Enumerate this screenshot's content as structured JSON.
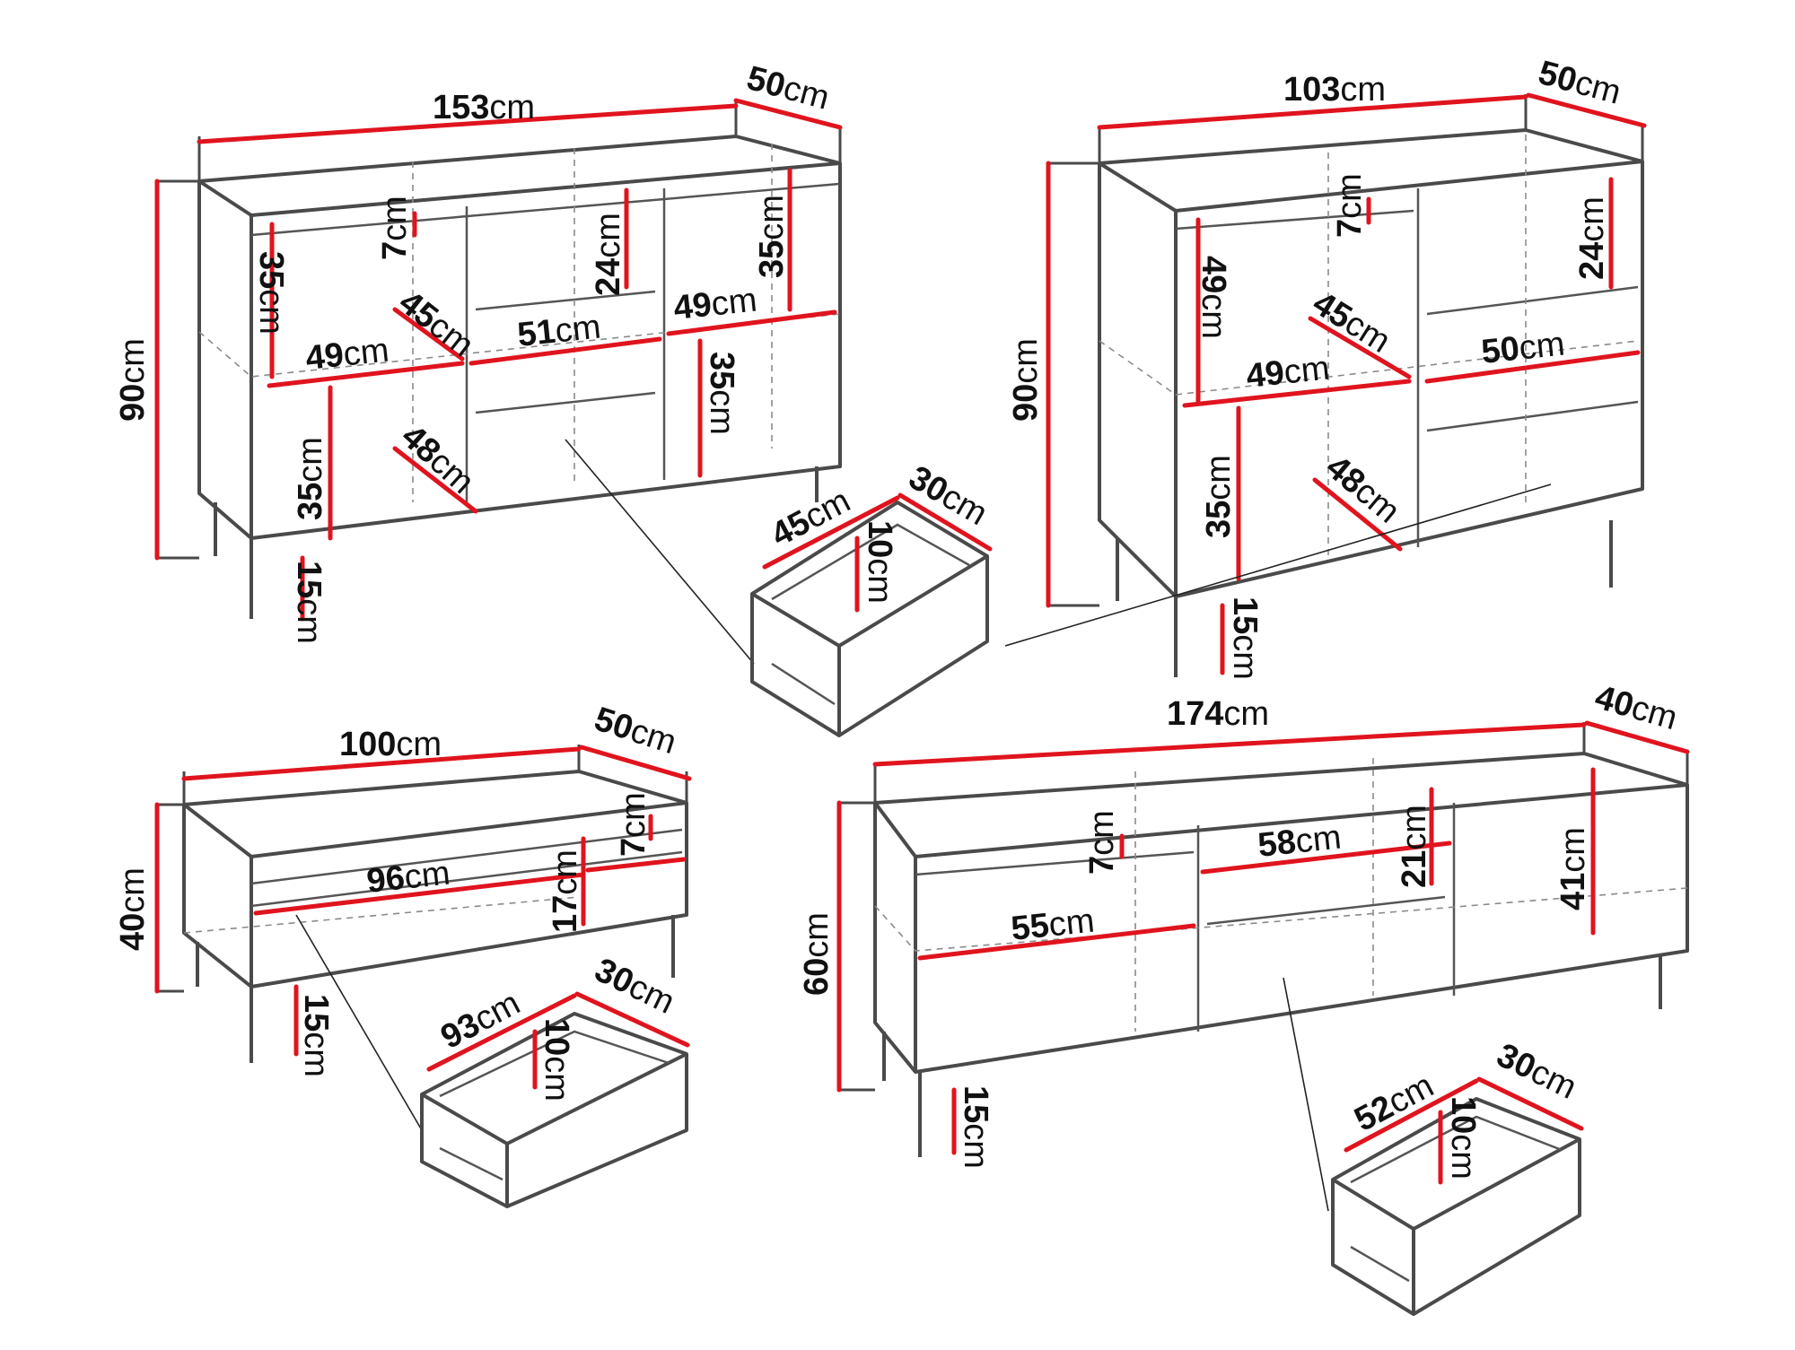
{
  "unit": "cm",
  "colors": {
    "dimension_line": "#e0141e",
    "outline": "#4a4a4a",
    "hidden_line": "#8a8a8a"
  },
  "furniture": [
    {
      "id": "sideboard-153",
      "dimensions": {
        "width": "153",
        "depth": "50",
        "height": "90",
        "legs": "15"
      },
      "internal": [
        "7",
        "35",
        "45",
        "49",
        "24",
        "51",
        "35",
        "49",
        "35",
        "35",
        "48"
      ],
      "drawer": {
        "width": "45",
        "depth": "30",
        "height": "10"
      }
    },
    {
      "id": "sideboard-103",
      "dimensions": {
        "width": "103",
        "depth": "50",
        "height": "90",
        "legs": "15"
      },
      "internal": [
        "7",
        "49",
        "45",
        "49",
        "24",
        "50",
        "35",
        "48"
      ]
    },
    {
      "id": "bench-100",
      "dimensions": {
        "width": "100",
        "depth": "50",
        "height": "40",
        "legs": "15"
      },
      "internal": [
        "96",
        "17",
        "7"
      ],
      "drawer": {
        "width": "93",
        "depth": "30",
        "height": "10"
      }
    },
    {
      "id": "tv-stand-174",
      "dimensions": {
        "width": "174",
        "depth": "40",
        "height": "60",
        "legs": "15"
      },
      "internal": [
        "7",
        "58",
        "21",
        "55",
        "41"
      ],
      "drawer": {
        "width": "52",
        "depth": "30",
        "height": "10"
      }
    }
  ]
}
